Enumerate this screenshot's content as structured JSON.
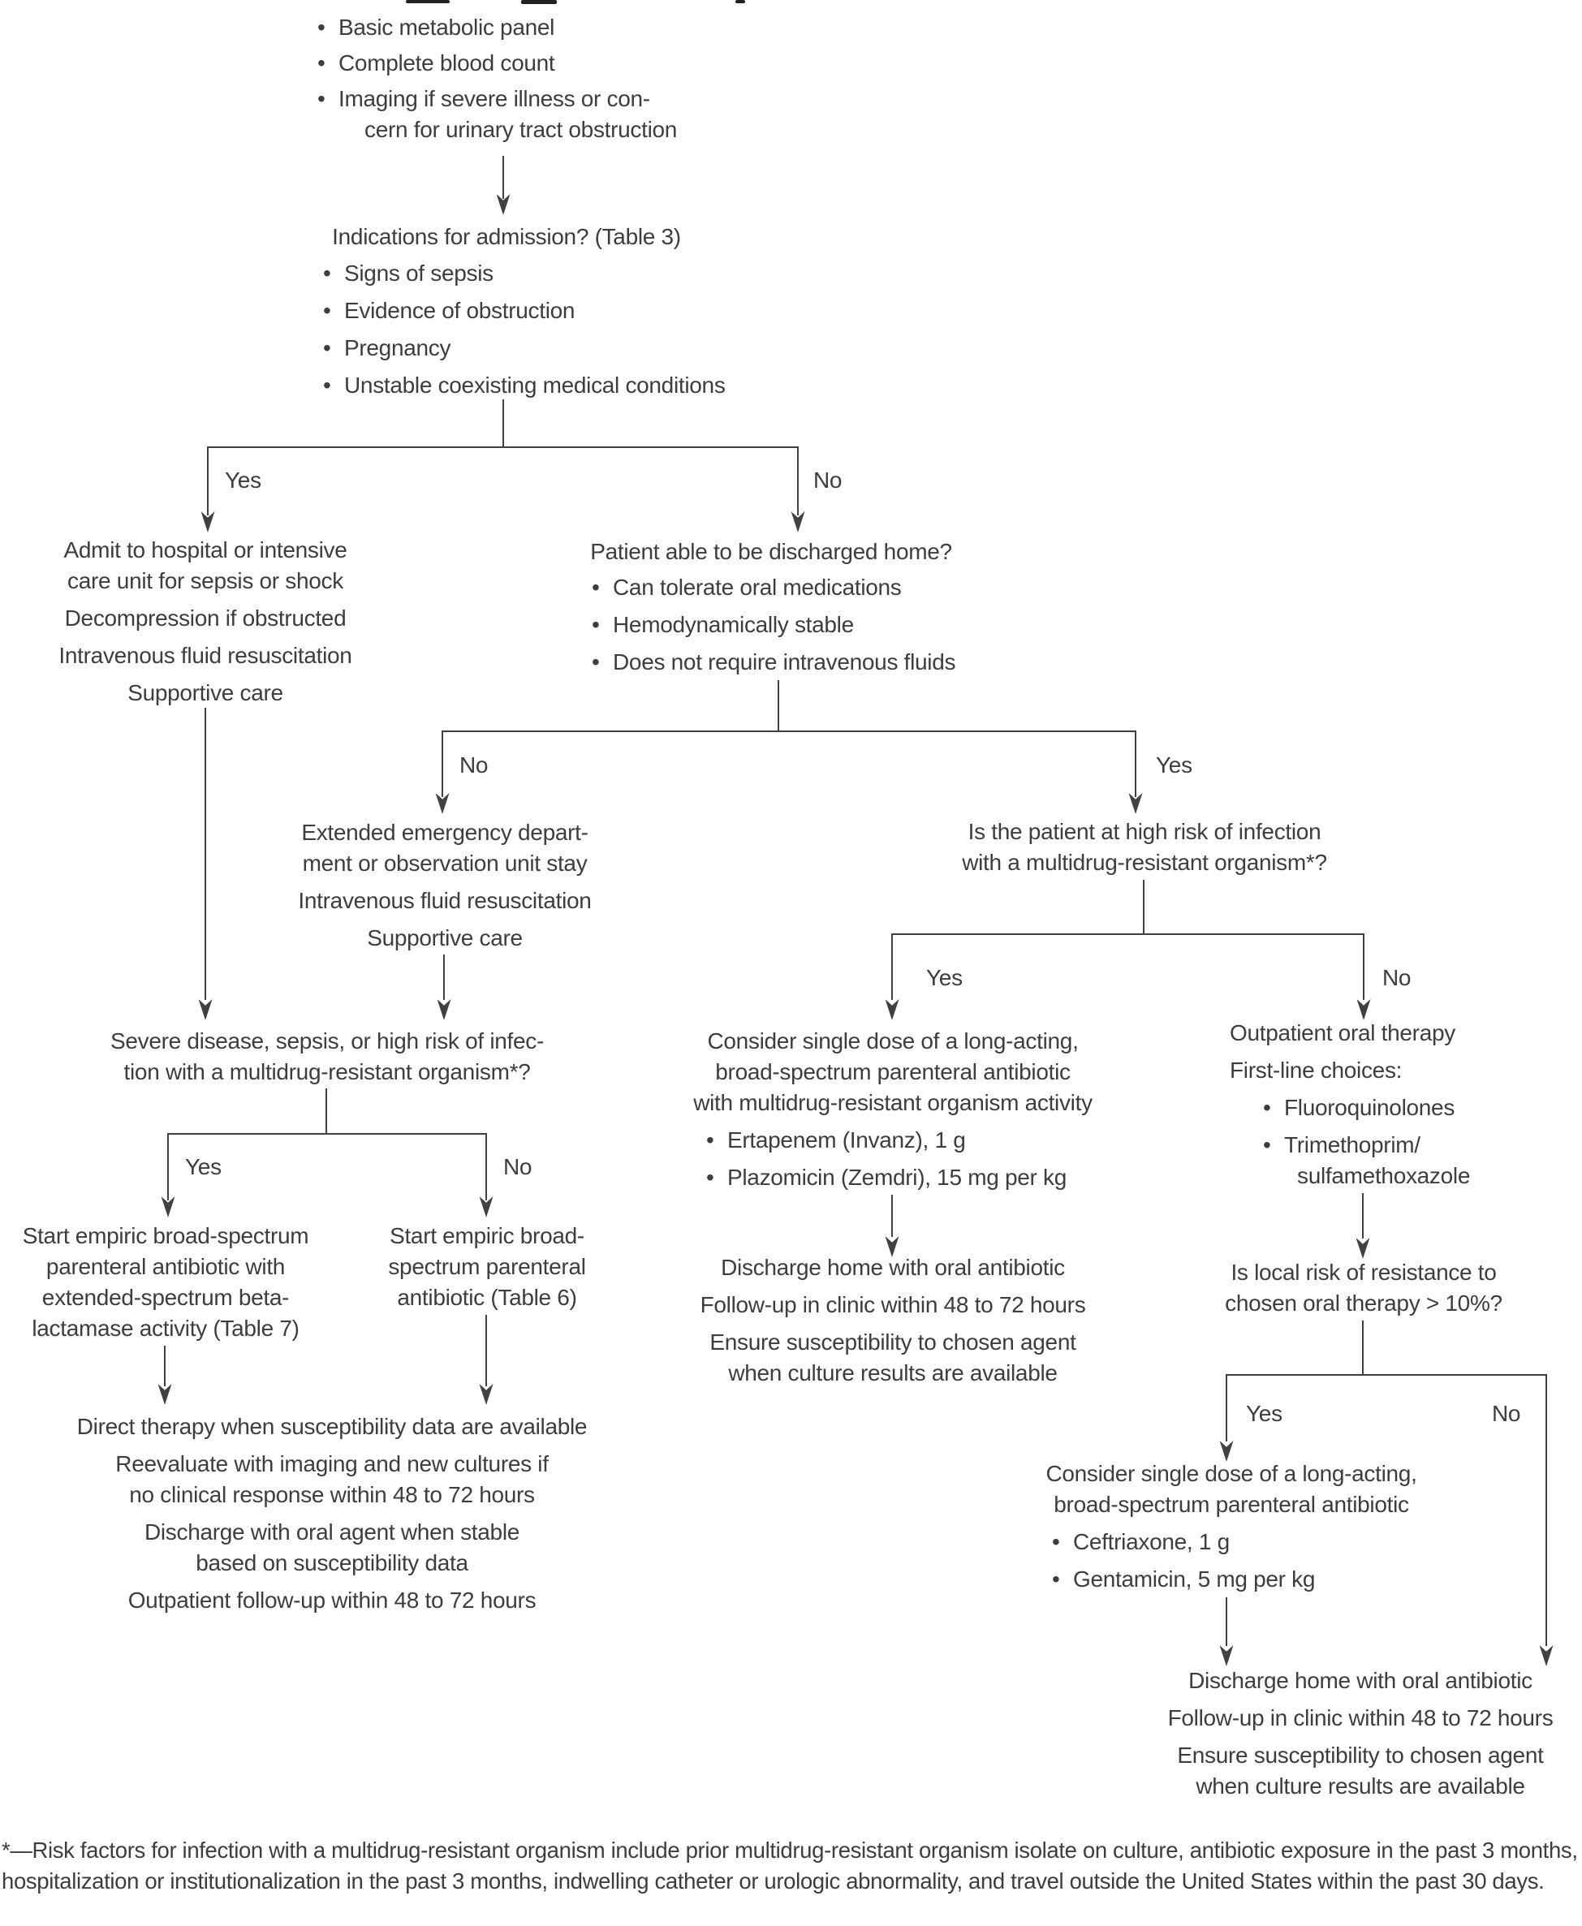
{
  "colors": {
    "background": "#ffffff",
    "text": "#3d3d3d",
    "line": "#414141"
  },
  "bullet_char": "•",
  "workup": {
    "items": [
      "Basic metabolic panel",
      "Complete blood count",
      "Imaging if severe illness or con-"
    ],
    "item3_wrap": "cern for urinary tract obstruction"
  },
  "admission_question": {
    "title": "Indications for admission? (Table 3)",
    "items": [
      "Signs of sepsis",
      "Evidence of obstruction",
      "Pregnancy",
      "Unstable coexisting medical conditions"
    ],
    "yes_label": "Yes",
    "no_label": "No"
  },
  "admit_block": {
    "lines": [
      "Admit to hospital or intensive",
      "care unit for sepsis or shock",
      "Decompression if obstructed",
      "Intravenous fluid resuscitation",
      "Supportive care"
    ]
  },
  "discharge_question": {
    "title": "Patient able to be discharged home?",
    "items": [
      "Can tolerate oral medications",
      "Hemodynamically stable",
      "Does not require intravenous fluids"
    ],
    "no_label": "No",
    "yes_label": "Yes"
  },
  "extended_stay_block": {
    "lines": [
      "Extended emergency depart-",
      "ment or observation unit stay",
      "Intravenous fluid resuscitation",
      "Supportive care"
    ]
  },
  "severe_question": {
    "lines": [
      "Severe disease, sepsis, or high risk of infec-",
      "tion with a multidrug-resistant organism*?"
    ],
    "yes_label": "Yes",
    "no_label": "No"
  },
  "start_esbl_block": {
    "lines": [
      "Start empiric broad-spectrum",
      "parenteral antibiotic with",
      "extended-spectrum beta-",
      "lactamase activity (Table 7)"
    ]
  },
  "start_standard_block": {
    "lines": [
      "Start empiric broad-",
      "spectrum parenteral",
      "antibiotic (Table 6)"
    ]
  },
  "direct_therapy_block": {
    "lines": [
      "Direct therapy when susceptibility data are available",
      "Reevaluate with imaging and new cultures if",
      "no clinical response within 48 to 72 hours",
      "Discharge with oral agent when stable",
      "based on susceptibility data",
      "Outpatient follow-up within 48 to 72 hours"
    ]
  },
  "mdro_question": {
    "lines": [
      "Is the patient at high risk of infection",
      "with a multidrug-resistant organism*?"
    ],
    "yes_label": "Yes",
    "no_label": "No"
  },
  "parenteral_mdro_block": {
    "lines": [
      "Consider single dose of a long-acting,",
      "broad-spectrum parenteral antibiotic",
      "with multidrug-resistant organism activity"
    ],
    "items": [
      "Ertapenem (Invanz), 1 g",
      "Plazomicin (Zemdri), 15 mg per kg"
    ]
  },
  "discharge_mdro_block": {
    "lines": [
      "Discharge home with oral antibiotic",
      "Follow-up in clinic within 48 to 72 hours",
      "Ensure susceptibility to chosen agent",
      "when culture results are available"
    ]
  },
  "outpatient_block": {
    "lines": [
      "Outpatient oral therapy",
      "First-line choices:"
    ],
    "items": [
      "Fluoroquinolones",
      "Trimethoprim/"
    ],
    "item2_wrap": "sulfamethoxazole"
  },
  "resistance_question": {
    "lines": [
      "Is local risk of resistance to",
      "chosen oral therapy > 10%?"
    ],
    "yes_label": "Yes",
    "no_label": "No"
  },
  "parenteral_block": {
    "lines": [
      "Consider single dose of a long-acting,",
      "broad-spectrum parenteral antibiotic"
    ],
    "items": [
      "Ceftriaxone, 1 g",
      "Gentamicin, 5 mg per kg"
    ]
  },
  "final_discharge_block": {
    "lines": [
      "Discharge home with oral antibiotic",
      "Follow-up in clinic within 48 to 72 hours",
      "Ensure susceptibility to chosen agent",
      "when culture results are available"
    ]
  },
  "footnote": "*—Risk factors for infection with a multidrug-resistant organism include prior multidrug-resistant organism isolate on culture, antibiotic exposure in the past 3 months, hospitalization or institutionalization in the past 3 months, indwelling catheter or urologic abnormality, and travel outside the United States within the past 30 days."
}
